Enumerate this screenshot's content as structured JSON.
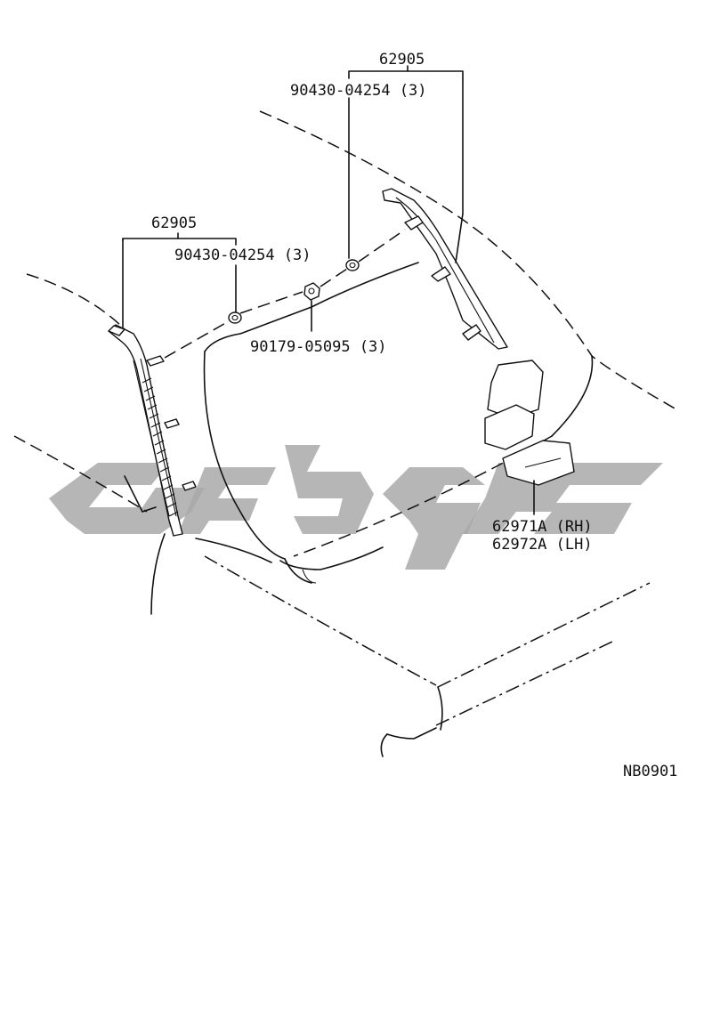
{
  "labels": {
    "right_molding_assy": "62905",
    "right_clip": "90430-04254 (3)",
    "left_molding_assy": "62905",
    "left_clip": "90430-04254 (3)",
    "nut": "90179-05095 (3)",
    "cover_rh": "62971A (RH)",
    "cover_lh": "62972A (LH)",
    "diagram_code": "NB0901"
  }
}
